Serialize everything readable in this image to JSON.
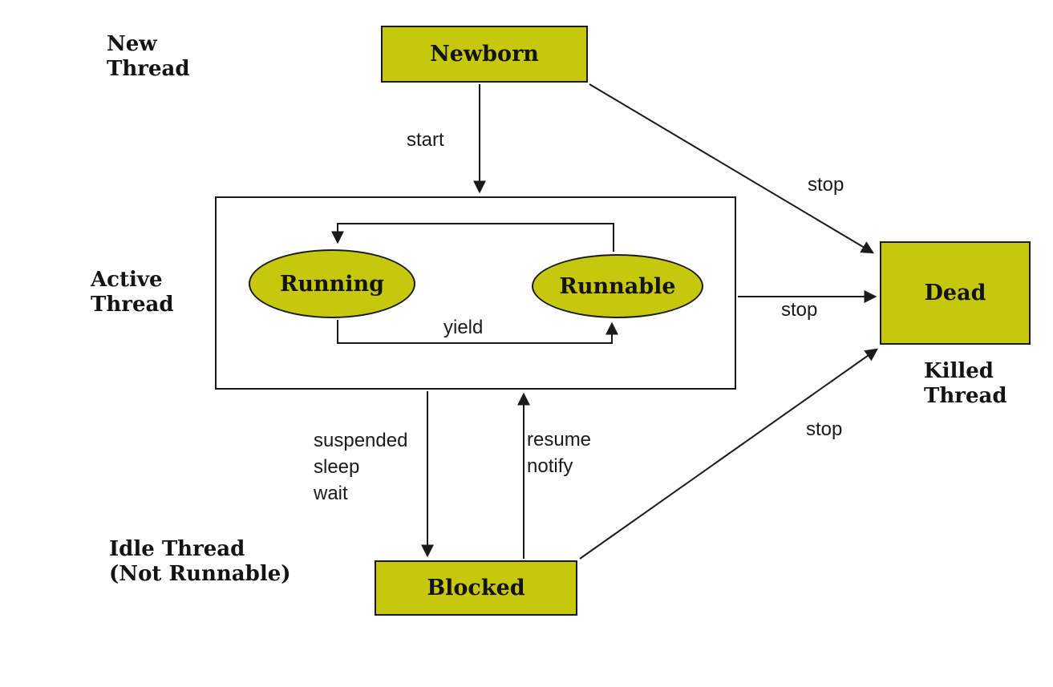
{
  "diagram": {
    "colors": {
      "state_fill": "#c6c80e",
      "line": "#1a1a1a",
      "background": "#ffffff"
    },
    "nodes": {
      "newborn": {
        "label": "Newborn"
      },
      "running": {
        "label": "Running"
      },
      "runnable": {
        "label": "Runnable"
      },
      "blocked": {
        "label": "Blocked"
      },
      "dead": {
        "label": "Dead"
      }
    },
    "edge_labels": {
      "start": "start",
      "yield": "yield",
      "stop_newborn_to_dead": "stop",
      "stop_active_to_dead": "stop",
      "stop_blocked_to_dead": "stop",
      "suspend_lines": [
        "suspended",
        "sleep",
        "wait"
      ],
      "resume_lines": [
        "resume",
        "notify"
      ]
    },
    "side_labels": {
      "new_thread": [
        "New",
        "Thread"
      ],
      "active_thread": [
        "Active",
        "Thread"
      ],
      "idle_thread": [
        "Idle Thread",
        "(Not Runnable)"
      ],
      "killed_thread": [
        "Killed",
        "Thread"
      ]
    }
  }
}
